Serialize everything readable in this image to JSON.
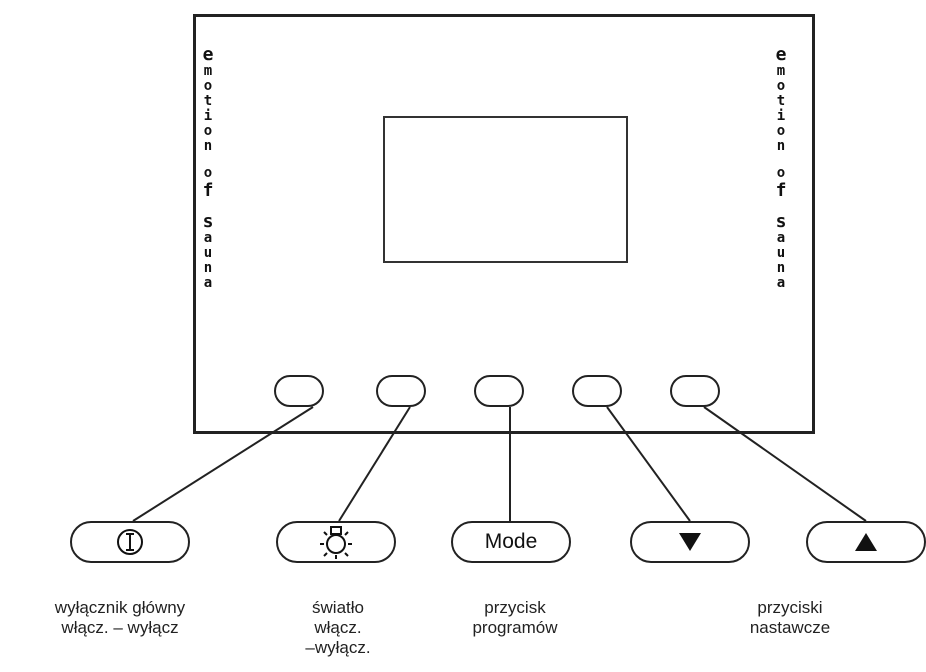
{
  "panel": {
    "brand_left": [
      "e",
      "m",
      "o",
      "t",
      "i",
      "o",
      "n",
      "",
      "o",
      "f",
      "",
      "s",
      "a",
      "u",
      "n",
      "a"
    ],
    "brand_right": [
      "e",
      "m",
      "o",
      "t",
      "i",
      "o",
      "n",
      "",
      "o",
      "f",
      "",
      "s",
      "a",
      "u",
      "n",
      "a"
    ]
  },
  "keys": {
    "power": {
      "icon": "power-icon"
    },
    "light": {
      "icon": "light-bulb-icon"
    },
    "mode": {
      "label": "Mode"
    },
    "down": {
      "icon": "triangle-down-icon"
    },
    "up": {
      "icon": "triangle-up-icon"
    }
  },
  "captions": {
    "power": [
      "wyłącznik główny",
      "włącz. – wyłącz"
    ],
    "light": [
      "światło",
      "włącz.",
      "–wyłącz."
    ],
    "mode": [
      "przycisk",
      "programów"
    ],
    "arrows": [
      "przyciski",
      "nastawcze"
    ]
  }
}
